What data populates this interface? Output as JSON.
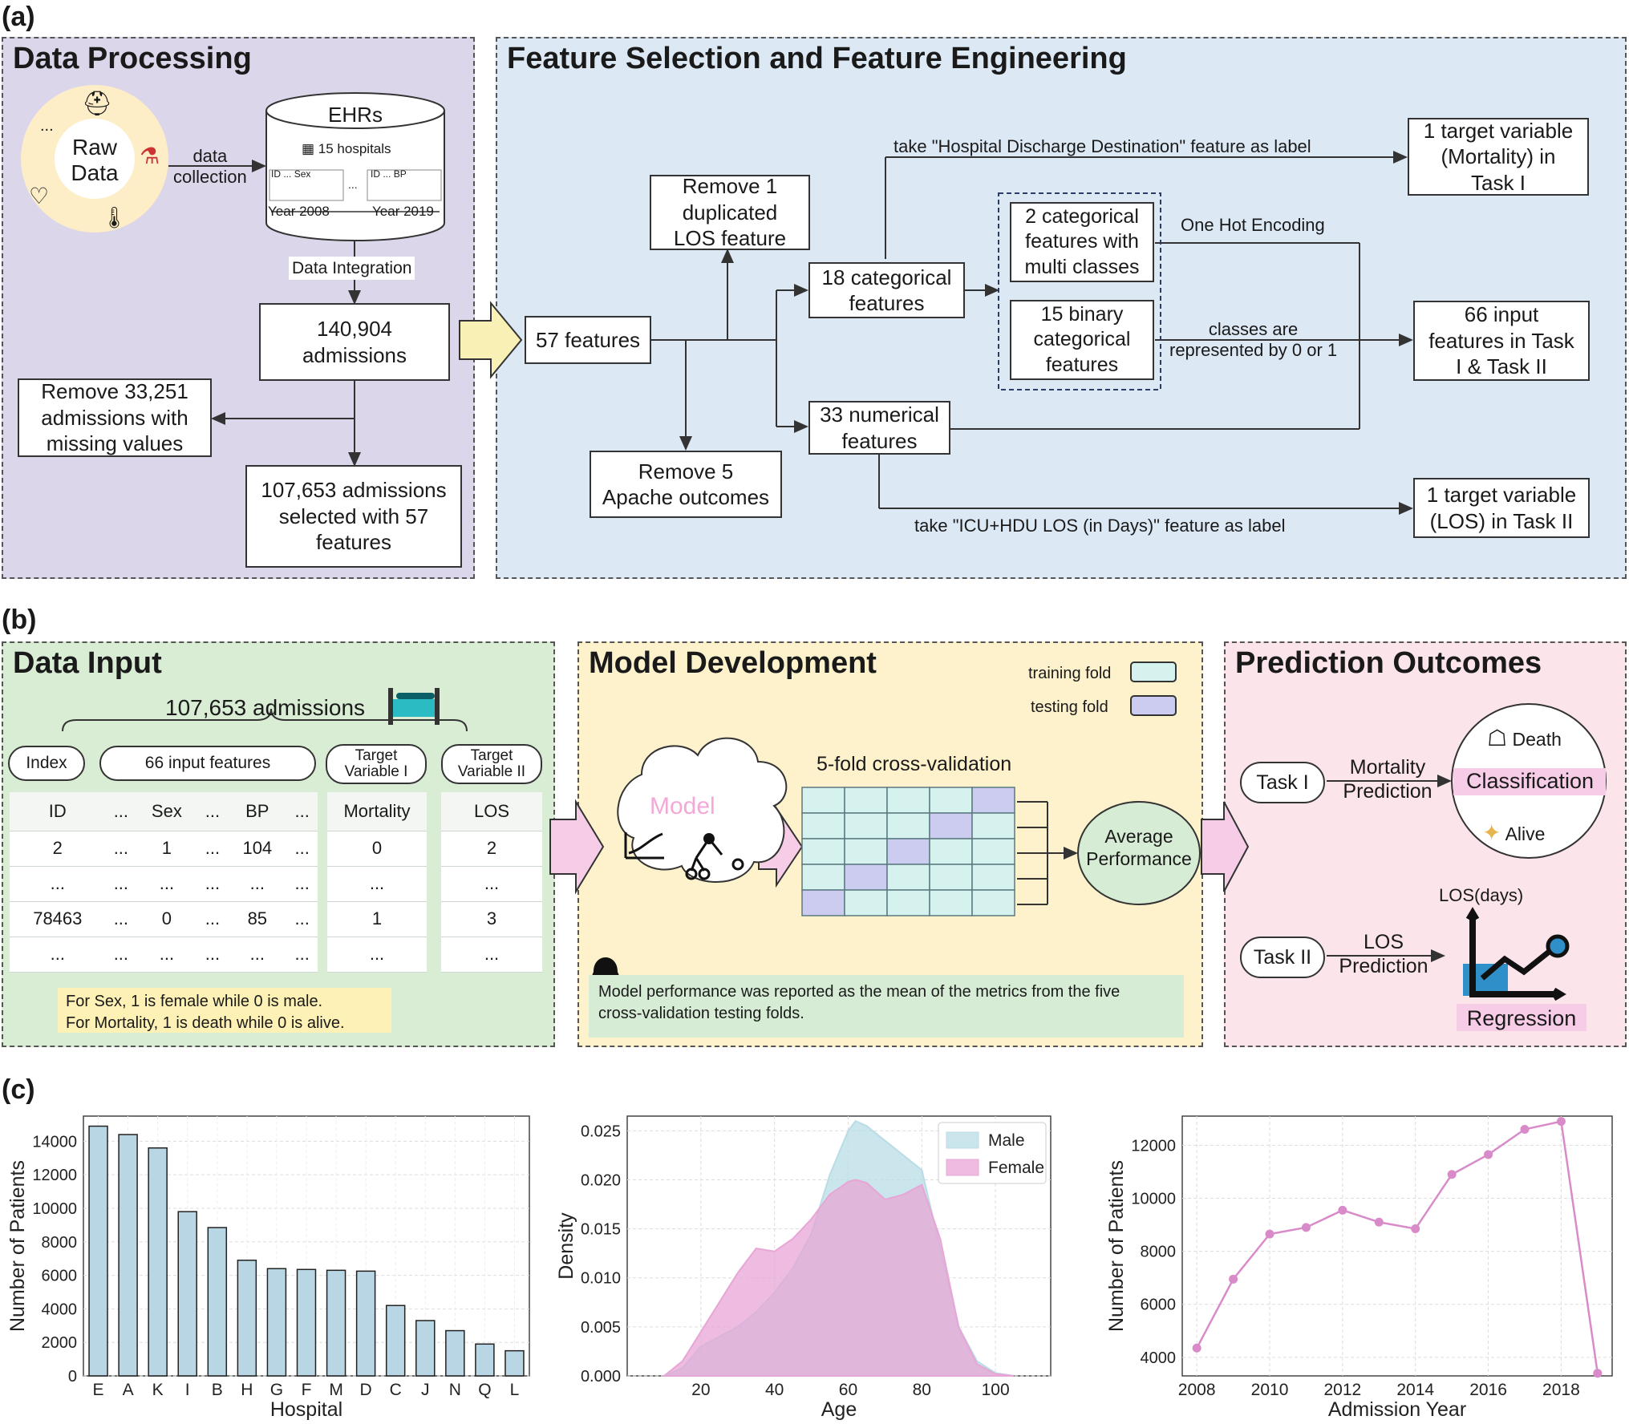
{
  "panel_labels": {
    "a": "(a)",
    "b": "(b)",
    "c": "(c)"
  },
  "colors": {
    "processing_bg": "#dcd6ea",
    "feature_bg": "#dce9f5",
    "input_bg": "#d9ecd4",
    "model_bg": "#fdf2cc",
    "outcome_bg": "#fbe4ea",
    "bar": "#b9d6e5",
    "male": "#b9dce6",
    "female": "#e7a6d6",
    "line": "#d98bc9"
  },
  "a": {
    "processing_title": "Data Processing",
    "raw_data": "Raw\nData",
    "ellipsis": "...",
    "data_collection": "data\ncollection",
    "ehrs": "EHRs",
    "hospitals": "15 hospitals",
    "year_start": "Year 2008",
    "year_end": "Year 2019",
    "mini_cols_left": [
      "ID",
      "...",
      "Sex"
    ],
    "mini_cols_right": [
      "ID",
      "...",
      "BP"
    ],
    "mini_dots": "...",
    "data_integration": "Data Integration",
    "admissions": "140,904\nadmissions",
    "remove_missing": "Remove 33,251\nadmissions with\nmissing values",
    "selected": "107,653 admissions\nselected with 57\nfeatures",
    "feature_title": "Feature Selection and Feature Engineering",
    "features57": "57 features",
    "remove_los": "Remove 1\nduplicated\nLOS feature",
    "remove_apache": "Remove 5\nApache outcomes",
    "categorical18": "18 categorical\nfeatures",
    "numerical33": "33 numerical\nfeatures",
    "multi_class": "2 categorical\nfeatures with\nmulti classes",
    "binary15": "15 binary\ncategorical\nfeatures",
    "one_hot": "One Hot Encoding",
    "classes_rep": "classes are\nrepresented by 0 or 1",
    "take_discharge": "take \"Hospital Discharge Destination\" feature as label",
    "take_los": "take \"ICU+HDU LOS (in Days)\" feature as label",
    "target_mortality": "1 target variable\n(Mortality) in\nTask I",
    "input66": "66 input\nfeatures in Task\nI & Task II",
    "target_los": "1 target variable\n(LOS) in Task II"
  },
  "b": {
    "input_title": "Data Input",
    "admissions": "107,653 admissions",
    "index_pill": "Index",
    "features_pill": "66 input features",
    "target1_pill": "Target\nVariable I",
    "target2_pill": "Target\nVariable II",
    "feature_headers": [
      "ID",
      "...",
      "Sex",
      "...",
      "BP",
      "..."
    ],
    "feature_rows": [
      [
        "2",
        "...",
        "1",
        "...",
        "104",
        "..."
      ],
      [
        "...",
        "...",
        "...",
        "...",
        "...",
        "..."
      ],
      [
        "78463",
        "...",
        "0",
        "...",
        "85",
        "..."
      ],
      [
        "...",
        "...",
        "...",
        "...",
        "...",
        "..."
      ]
    ],
    "mortality_header": "Mortality",
    "mortality_rows": [
      "0",
      "...",
      "1",
      "..."
    ],
    "los_header": "LOS",
    "los_rows": [
      "2",
      "...",
      "3",
      "..."
    ],
    "note_sex": "For Sex, 1 is female while 0 is male.",
    "note_mortality": "For Mortality, 1 is death while 0 is alive.",
    "model_title": "Model Development",
    "training_fold": "training fold",
    "testing_fold": "testing fold",
    "model_word": "Model",
    "cv_title": "5-fold cross-validation",
    "average_perf": "Average\nPerformance",
    "perf_note": "Model performance was reported as the mean of the metrics from the five\ncross-validation testing folds.",
    "outcome_title": "Prediction Outcomes",
    "task1": "Task I",
    "task2": "Task II",
    "mortality_pred": "Mortality\nPrediction",
    "los_pred": "LOS\nPrediction",
    "death": "Death",
    "classification": "Classification",
    "alive": "Alive",
    "los_days": "LOS(days)",
    "regression": "Regression"
  },
  "chart_data": [
    {
      "type": "bar",
      "categories": [
        "E",
        "A",
        "K",
        "I",
        "B",
        "H",
        "G",
        "F",
        "M",
        "D",
        "C",
        "J",
        "N",
        "Q",
        "L"
      ],
      "values": [
        14900,
        14400,
        13600,
        9800,
        8850,
        6900,
        6400,
        6350,
        6300,
        6250,
        4200,
        3300,
        2700,
        1900,
        1500
      ],
      "xlabel": "Hospital",
      "ylabel": "Number of Patients",
      "ylim": [
        0,
        15500
      ],
      "yticks": [
        0,
        2000,
        4000,
        6000,
        8000,
        10000,
        12000,
        14000
      ],
      "grid": true
    },
    {
      "type": "area",
      "xlabel": "Age",
      "ylabel": "Density",
      "xlim": [
        0,
        115
      ],
      "ylim": [
        0,
        0.0265
      ],
      "xticks": [
        20,
        40,
        60,
        80,
        100
      ],
      "yticks": [
        "0.000",
        "0.005",
        "0.010",
        "0.015",
        "0.020",
        "0.025"
      ],
      "legend": "top-right",
      "grid": true,
      "x": [
        10,
        15,
        20,
        25,
        30,
        35,
        40,
        45,
        50,
        55,
        60,
        62,
        65,
        70,
        75,
        80,
        85,
        90,
        95,
        100,
        105
      ],
      "series": [
        {
          "name": "Male",
          "values": [
            0,
            0.0008,
            0.003,
            0.004,
            0.005,
            0.0065,
            0.0085,
            0.011,
            0.0145,
            0.0205,
            0.025,
            0.026,
            0.0255,
            0.024,
            0.0225,
            0.021,
            0.013,
            0.005,
            0.0015,
            0.0003,
            0
          ]
        },
        {
          "name": "Female",
          "values": [
            0,
            0.0015,
            0.0045,
            0.0075,
            0.0105,
            0.013,
            0.0127,
            0.014,
            0.016,
            0.0185,
            0.0198,
            0.02,
            0.0197,
            0.018,
            0.0185,
            0.0195,
            0.014,
            0.005,
            0.0012,
            0.0002,
            0
          ]
        }
      ]
    },
    {
      "type": "line",
      "x": [
        2008,
        2009,
        2010,
        2011,
        2012,
        2013,
        2014,
        2015,
        2016,
        2017,
        2018,
        2019
      ],
      "values": [
        4350,
        6950,
        8650,
        8900,
        9550,
        9100,
        8850,
        10900,
        11650,
        12600,
        12900,
        3400
      ],
      "xlabel": "Admission Year",
      "ylabel": "Number of Patients",
      "xlim": [
        2007.6,
        2019.4
      ],
      "ylim": [
        3300,
        13100
      ],
      "xticks": [
        2008,
        2010,
        2012,
        2014,
        2016,
        2018
      ],
      "yticks": [
        4000,
        6000,
        8000,
        10000,
        12000
      ],
      "grid": true
    }
  ]
}
